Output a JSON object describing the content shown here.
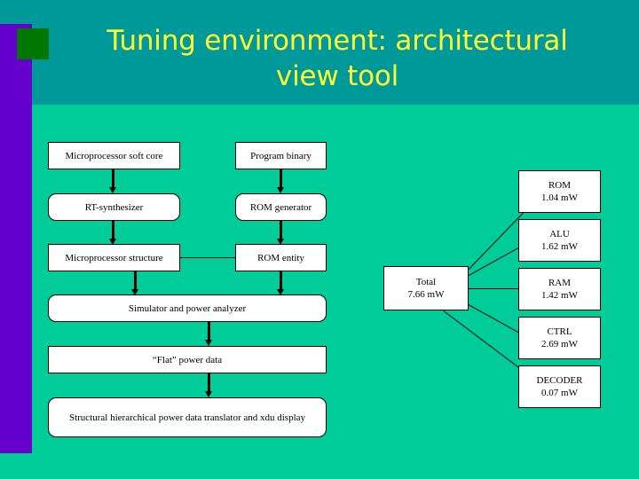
{
  "slide": {
    "title": "Tuning environment: architectural view tool",
    "title_line1": "Tuning environment: architectural",
    "title_line2": "view tool",
    "colors": {
      "header_band": "#009999",
      "body_background": "#00CC99",
      "left_bar": "#6600CC",
      "accent_square": "#007700",
      "title_text": "#FFFF33",
      "box_fill": "#FFFFFF",
      "box_border": "#000000"
    }
  },
  "flow": {
    "left_column": [
      {
        "label": "Microprocessor soft core",
        "shape": "rect"
      },
      {
        "label": "RT-synthesizer",
        "shape": "rounded"
      },
      {
        "label": "Microprocessor structure",
        "shape": "rect"
      }
    ],
    "right_column": [
      {
        "label": "Program binary",
        "shape": "rect"
      },
      {
        "label": "ROM generator",
        "shape": "rounded"
      },
      {
        "label": "ROM entity",
        "shape": "rect"
      }
    ],
    "merged": [
      {
        "label": "Simulator and power analyzer",
        "shape": "rounded"
      },
      {
        "label": "“Flat” power data",
        "shape": "rect"
      },
      {
        "label": "Structural hierarchical power data translator and xdu display",
        "shape": "rounded"
      }
    ]
  },
  "power_report": {
    "total": {
      "name": "Total",
      "value": "7.66 mW"
    },
    "components": [
      {
        "name": "ROM",
        "value": "1.04 mW"
      },
      {
        "name": "ALU",
        "value": "1.62 mW"
      },
      {
        "name": "RAM",
        "value": "1.42 mW"
      },
      {
        "name": "CTRL",
        "value": "2.69 mW"
      },
      {
        "name": "DECODER",
        "value": "0.07 mW"
      }
    ]
  }
}
